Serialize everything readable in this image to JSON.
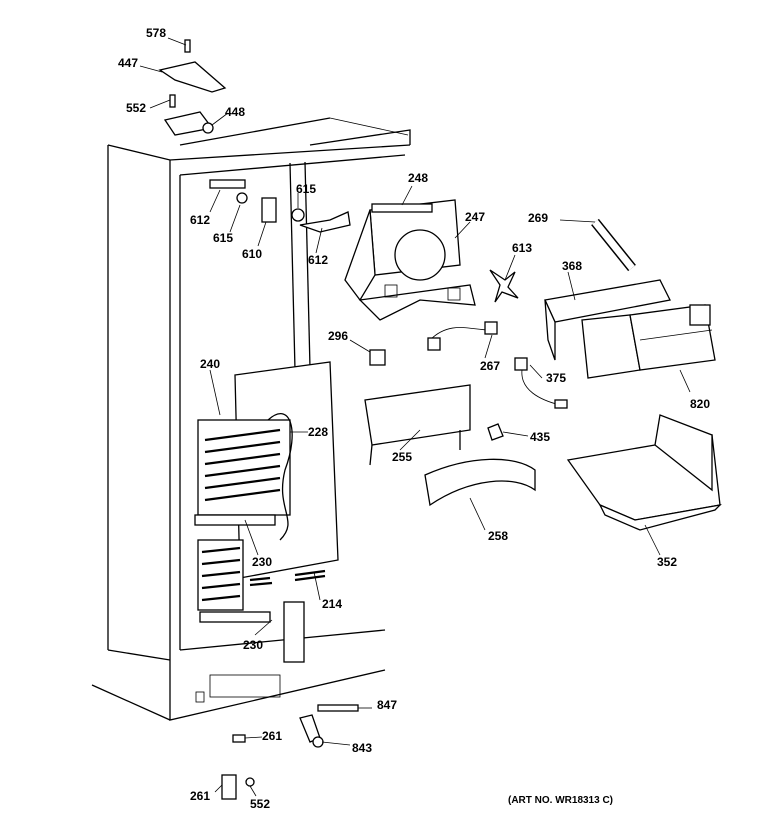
{
  "diagram": {
    "art_number": "(ART NO. WR18313 C)",
    "callouts": {
      "c578": "578",
      "c447": "447",
      "c552a": "552",
      "c448": "448",
      "c615a": "615",
      "c612a": "612",
      "c615b": "615",
      "c610": "610",
      "c612b": "612",
      "c248": "248",
      "c247": "247",
      "c269": "269",
      "c613": "613",
      "c368": "368",
      "c296": "296",
      "c267": "267",
      "c375": "375",
      "c820": "820",
      "c240": "240",
      "c228": "228",
      "c255": "255",
      "c435": "435",
      "c230a": "230",
      "c258": "258",
      "c352": "352",
      "c214": "214",
      "c230b": "230",
      "c847": "847",
      "c261a": "261",
      "c843": "843",
      "c261b": "261",
      "c552b": "552"
    }
  }
}
